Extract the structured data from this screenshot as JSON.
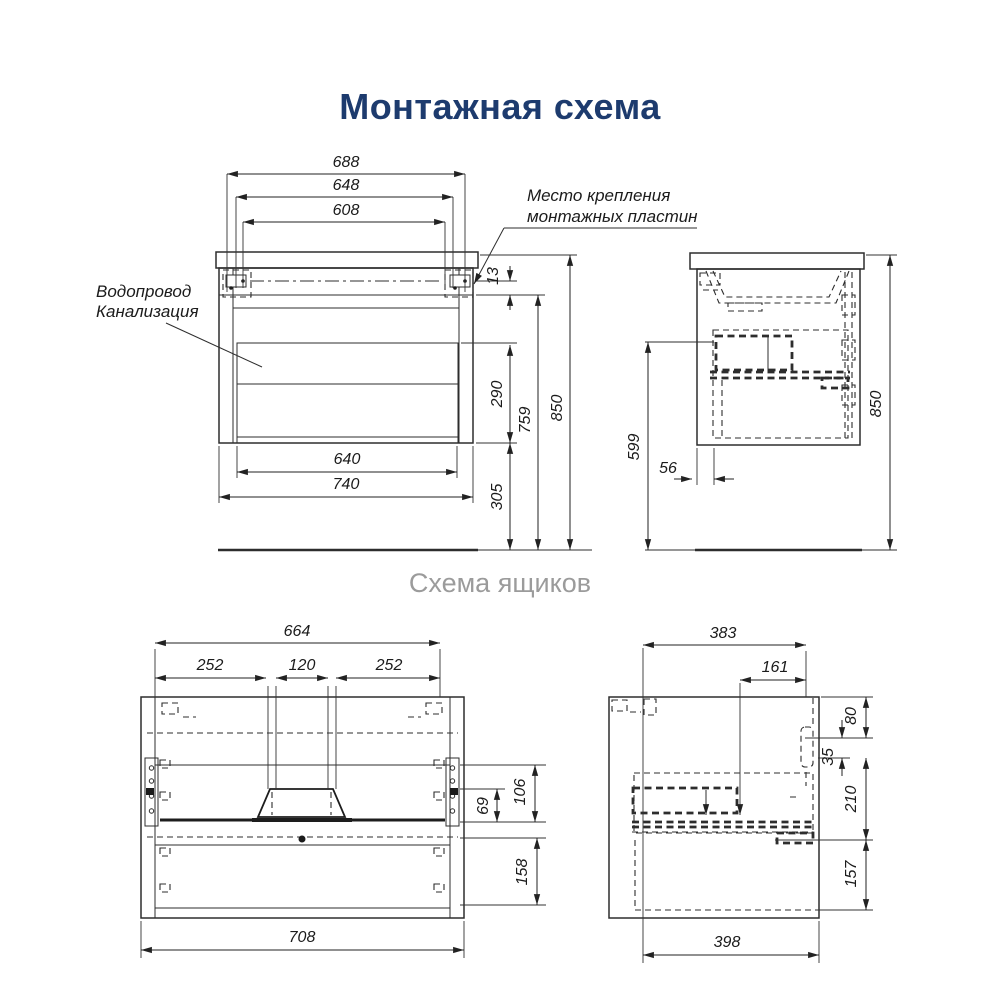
{
  "page": {
    "title": "Монтажная схема",
    "subtitle": "Схема ящиков"
  },
  "colors": {
    "title_navy": "#1d3b6e",
    "subtitle_gray": "#9b9b9b",
    "line_dark": "#2d2d2d"
  },
  "callouts": {
    "mounting": {
      "line1": "Место крепления",
      "line2": "монтажных пластин"
    },
    "plumbing": {
      "line1": "Водопровод",
      "line2": "Канализация"
    }
  },
  "front_view": {
    "top_dims": [
      "688",
      "648",
      "608"
    ],
    "width_dims": [
      "640",
      "740"
    ],
    "right_dims": [
      "13",
      "290",
      "759",
      "850",
      "305"
    ]
  },
  "side_view": {
    "left_dim": "599",
    "offset_dim": "56",
    "right_dim": "850"
  },
  "drawer_front": {
    "top_dims": [
      "664",
      "252",
      "120",
      "252"
    ],
    "right_dims": [
      "106",
      "69",
      "158"
    ],
    "bottom_dim": "708"
  },
  "drawer_side": {
    "top_dims": [
      "383",
      "161"
    ],
    "right_dims": [
      "80",
      "35",
      "210",
      "157"
    ],
    "bottom_dim": "398"
  }
}
